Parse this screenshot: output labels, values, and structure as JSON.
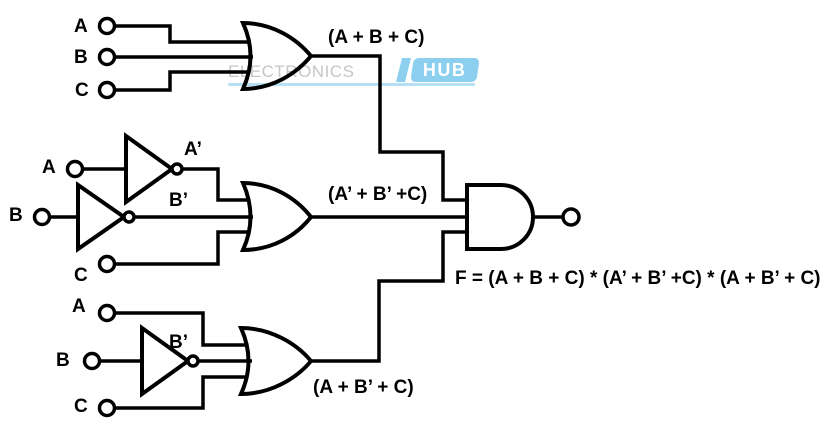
{
  "watermark": {
    "brand_left": "ELECTRONICS",
    "brand_right": "HUB",
    "brand_blue": "#8ccfee",
    "underline_blue": "#b5e0f5",
    "text_gray": "#c6c6c6"
  },
  "colors": {
    "ink": "#000000",
    "background": "#ffffff"
  },
  "diagram_type": "logic-circuit (Product of Sums)",
  "groups": {
    "top": {
      "inputs": {
        "a": "A",
        "b": "B",
        "c": "C"
      },
      "gate": "OR",
      "output_label": "(A + B + C)"
    },
    "middle": {
      "inputs": {
        "a": "A",
        "b": "B",
        "c": "C"
      },
      "not_a_output": "A’",
      "not_b_output": "B’",
      "gate": "OR",
      "output_label": "(A’ + B’ +C)"
    },
    "bottom": {
      "inputs": {
        "a": "A",
        "b": "B",
        "c": "C"
      },
      "not_b_output": "B’",
      "gate": "OR",
      "output_label": "(A + B’ + C)"
    },
    "final": {
      "gate": "AND",
      "equation": "F = (A + B + C) * (A’ + B’ +C) * (A + B’ + C)"
    }
  }
}
